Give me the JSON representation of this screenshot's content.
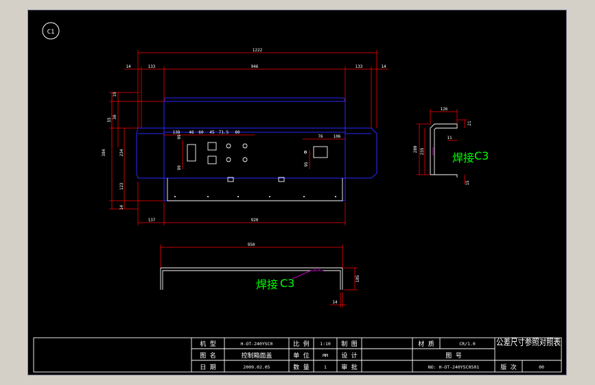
{
  "drawing": {
    "sheet_label": "C1",
    "top_view_dims": {
      "overall": "1222",
      "top_segments": [
        "14",
        "133",
        "946",
        "133",
        "14"
      ],
      "hole_spacings": [
        "138",
        "46",
        "60",
        "45",
        "71.5",
        "80"
      ],
      "window_dims": [
        "76",
        "106"
      ],
      "left_small": [
        "19",
        "30",
        "55"
      ],
      "left_large": [
        "384",
        "234",
        "123",
        "14"
      ],
      "inner_vertical": [
        "99",
        "99",
        "95"
      ],
      "bottom_left": "137",
      "bottom_main": "920"
    },
    "side_view_dims": {
      "width": "126",
      "height": "280",
      "inner_height": "235",
      "right_top": "21",
      "inner_gap": "11",
      "right_bottom": "15"
    },
    "front_view_dims": {
      "length": "950",
      "height": "105",
      "flange": "14"
    },
    "weld_note_1": "焊接",
    "weld_code_1": "C3",
    "weld_note_2": "焊接",
    "weld_code_2": "C3"
  },
  "title_block": {
    "machine_type_label": "机 型",
    "machine_type_value": "H-OT-240YSC0",
    "drawing_name_label": "图 名",
    "drawing_name_value": "控制箱面盖",
    "date_label": "日 期",
    "date_value": "2009.02.05",
    "scale_label": "比 例",
    "scale_value": "1:10",
    "unit_label": "单 位",
    "unit_value": "MM",
    "quantity_label": "数 量",
    "quantity_value": "1",
    "drawer_label": "制 图",
    "designer_label": "设 计",
    "reviewer_label": "审 批",
    "material_label": "材 质",
    "material_value": "CR/1.0",
    "drawing_no_label": "图 号",
    "drawing_no_value": "NO: H-OT-240YSC0501",
    "tolerance_note": "公差尺寸参照对照表",
    "version_label": "版 次",
    "version_value": "00"
  }
}
